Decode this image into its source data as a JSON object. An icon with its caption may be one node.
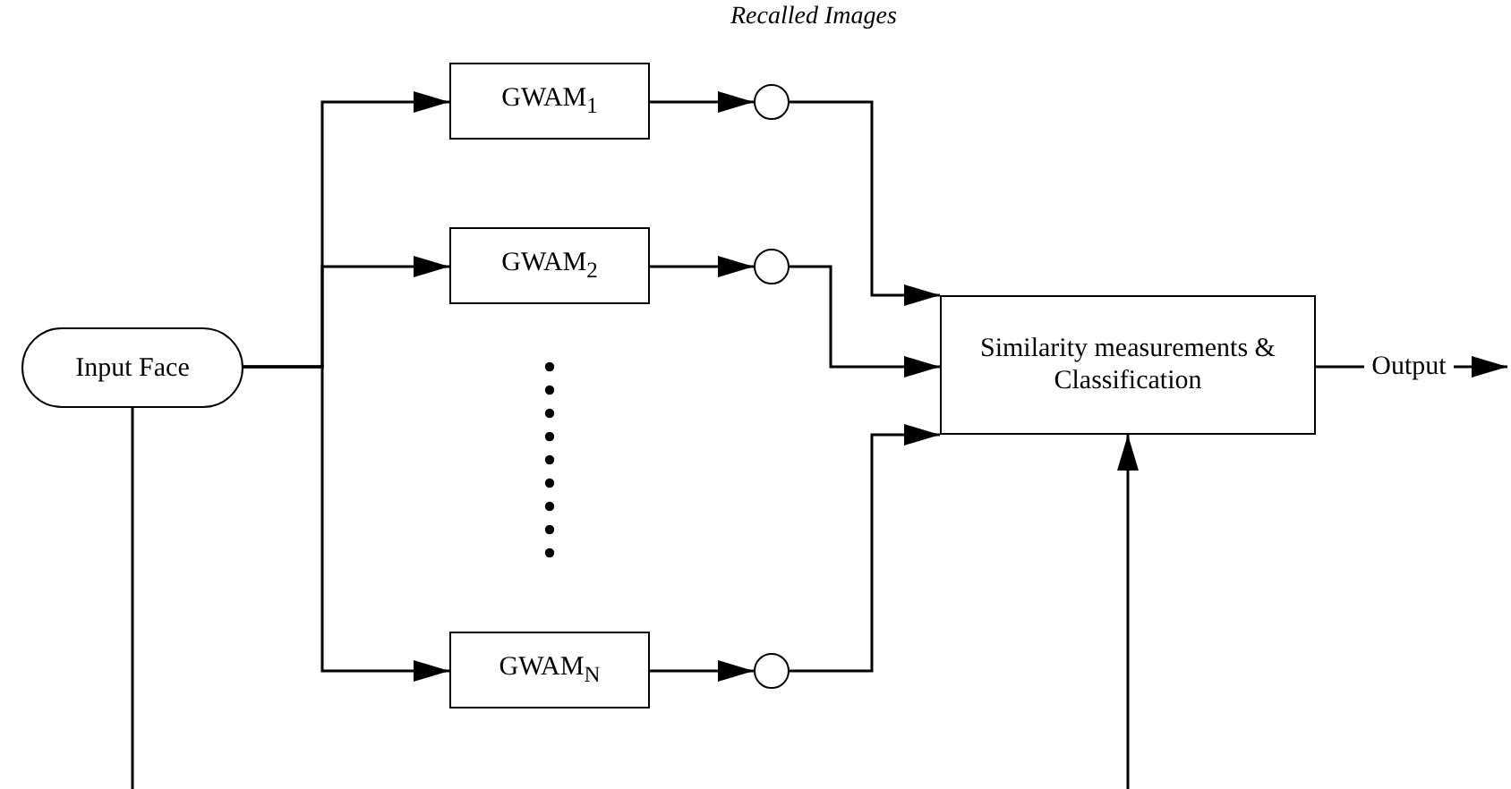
{
  "diagram": {
    "nodes": [
      {
        "text": [
          "Input Face"
        ]
      },
      {
        "text": [
          "GWAM$_{1}$"
        ]
      },
      {
        "text": [
          "GWAM$_{2}$"
        ]
      },
      {
        "text": [
          "GWAM$_{N}$"
        ]
      },
      {
        "text": [],
        "shape": "circle"
      },
      {
        "text": [],
        "shape": "circle"
      },
      {
        "text": [],
        "shape": "circle"
      },
      {
        "text": [
          "Similarity measurements & Classification"
        ]
      },
      {
        "text": [
          "Output"
        ]
      }
    ],
    "edges": [
      {
        "from": 0,
        "to": 1,
        "arrow": "to"
      },
      {
        "from": 0,
        "to": 2,
        "arrow": "to"
      },
      {
        "from": 0,
        "to": 3,
        "arrow": "to"
      },
      {
        "from": 1,
        "to": 4,
        "arrow": "to"
      },
      {
        "from": 2,
        "to": 5,
        "arrow": "to"
      },
      {
        "from": 3,
        "to": 6,
        "arrow": "to"
      },
      {
        "from": 4,
        "to": 7,
        "arrow": "to"
      },
      {
        "from": 5,
        "to": 7,
        "arrow": "to"
      },
      {
        "from": 6,
        "to": 7,
        "arrow": "to"
      },
      {
        "from": 7,
        "to": 8,
        "arrow": "none"
      },
      {
        "from": 8,
        "to": null,
        "arrow": "to"
      },
      {
        "from": 0,
        "to": null,
        "arrow": "none"
      },
      {
        "from": null,
        "to": 7,
        "arrow": "to"
      }
    ],
    "labels": [
      "Recalled Images"
    ]
  }
}
